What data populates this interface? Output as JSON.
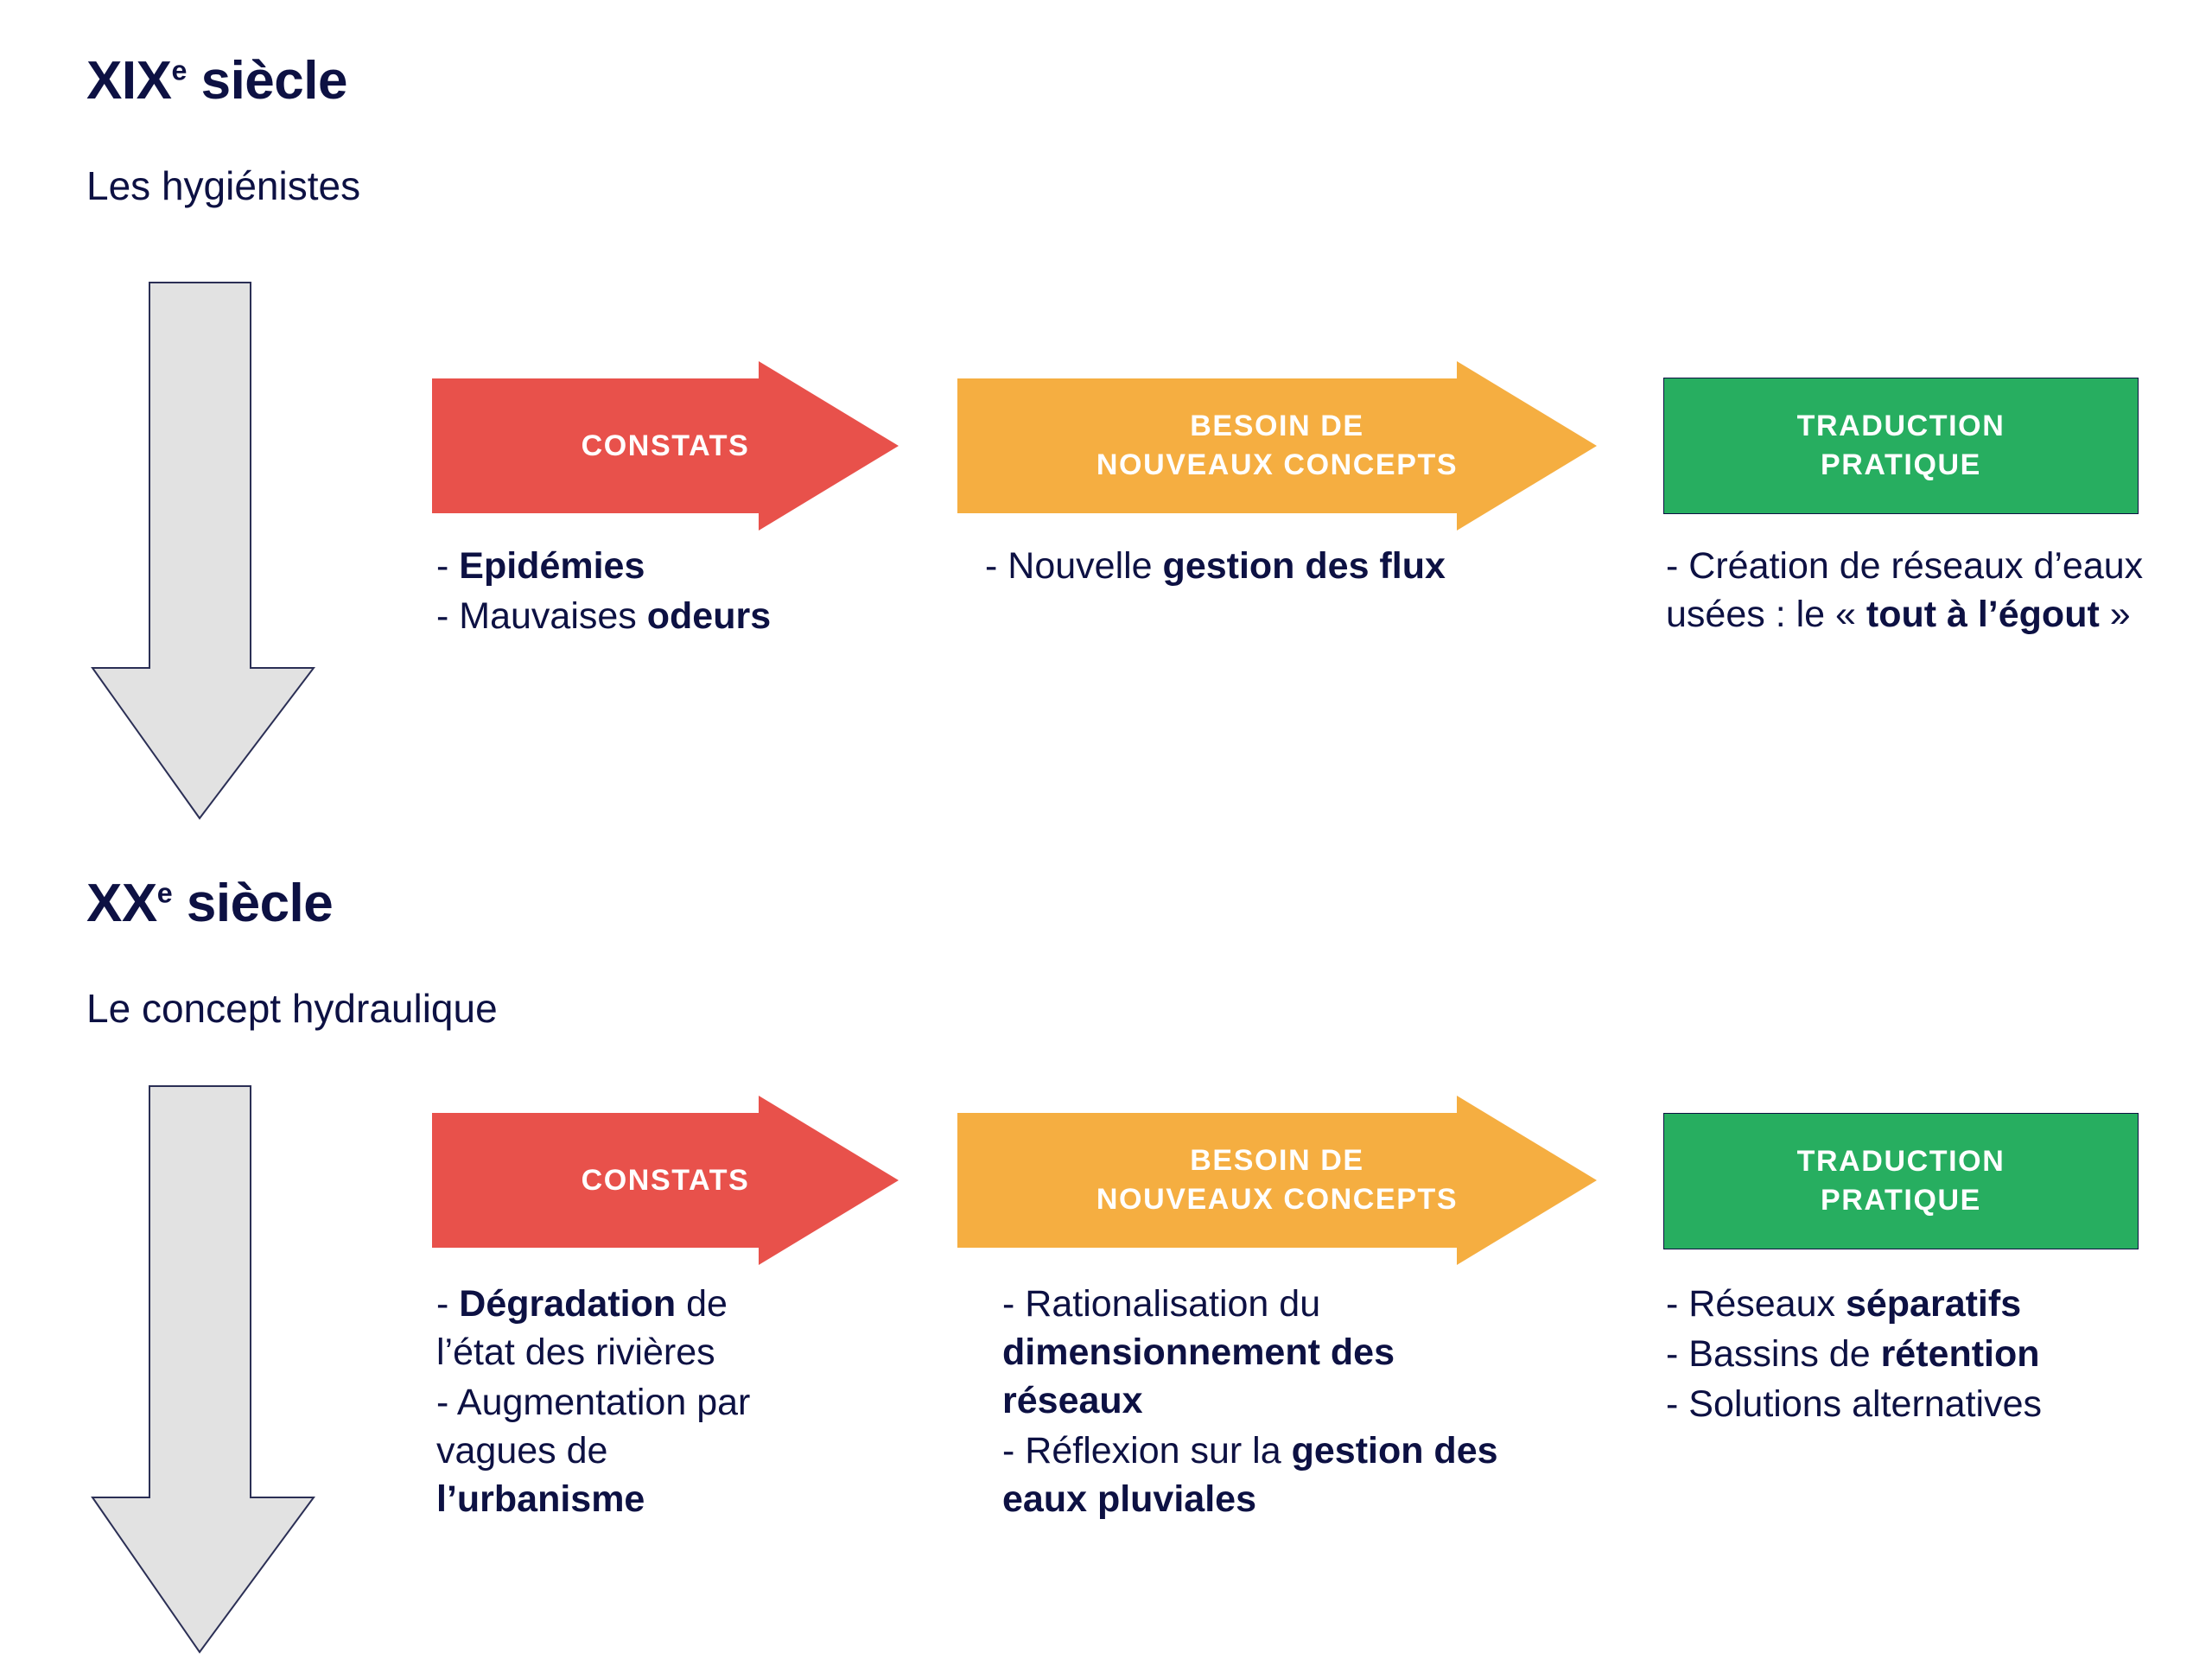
{
  "colors": {
    "navy": "#0D1143",
    "red": "#E8514B",
    "orange": "#F5AE41",
    "green": "#27AE60",
    "grey_fill": "#E2E2E2",
    "grey_stroke": "#2B2F55",
    "white": "#FFFFFF"
  },
  "sections": [
    {
      "title_main": "XIX",
      "title_sup": "e",
      "title_tail": " siècle",
      "subtitle": "Les hygiénistes",
      "banners": {
        "constats": "CONSTATS",
        "besoin_line1": "BESOIN DE",
        "besoin_line2": "NOUVEAUX CONCEPTS",
        "traduction_line1": "TRADUCTION",
        "traduction_line2": "PRATIQUE"
      },
      "col_constats": [
        {
          "dash": "-",
          "pre": "",
          "strong": "Epidémies",
          "post": ""
        },
        {
          "dash": "-",
          "pre": "Mauvaises ",
          "strong": "odeurs",
          "post": ""
        }
      ],
      "col_besoin": [
        {
          "dash": "-",
          "pre": "Nouvelle ",
          "strong": "gestion des flux",
          "post": ""
        }
      ],
      "col_traduction": [
        {
          "dash": "-",
          "pre": "Création de réseaux d’eaux usées : le « ",
          "strong": "tout à l’égout",
          "post": " »"
        }
      ]
    },
    {
      "title_main": "XX",
      "title_sup": "e",
      "title_tail": " siècle",
      "subtitle": "Le concept hydraulique",
      "banners": {
        "constats": "CONSTATS",
        "besoin_line1": "BESOIN DE",
        "besoin_line2": "NOUVEAUX CONCEPTS",
        "traduction_line1": "TRADUCTION",
        "traduction_line2": "PRATIQUE"
      },
      "col_constats": [
        {
          "dash": "-",
          "pre": "",
          "strong": "Dégradation",
          "post": " de l’état des rivières"
        },
        {
          "dash": "-",
          "pre": "Augmentation par vagues de ",
          "strong": "l’urbanisme",
          "post": ""
        }
      ],
      "col_besoin": [
        {
          "dash": "-",
          "pre": "Rationalisation du ",
          "strong": "dimensionnement des réseaux",
          "post": ""
        },
        {
          "dash": "-",
          "pre": "Réflexion sur la ",
          "strong": "gestion des eaux pluviales",
          "post": ""
        }
      ],
      "col_traduction": [
        {
          "dash": "-",
          "pre": "Réseaux ",
          "strong": "séparatifs",
          "post": ""
        },
        {
          "dash": "-",
          "pre": "Bassins de ",
          "strong": "rétention",
          "post": ""
        },
        {
          "dash": "-",
          "pre": "Solutions alternatives",
          "strong": "",
          "post": ""
        }
      ]
    }
  ]
}
